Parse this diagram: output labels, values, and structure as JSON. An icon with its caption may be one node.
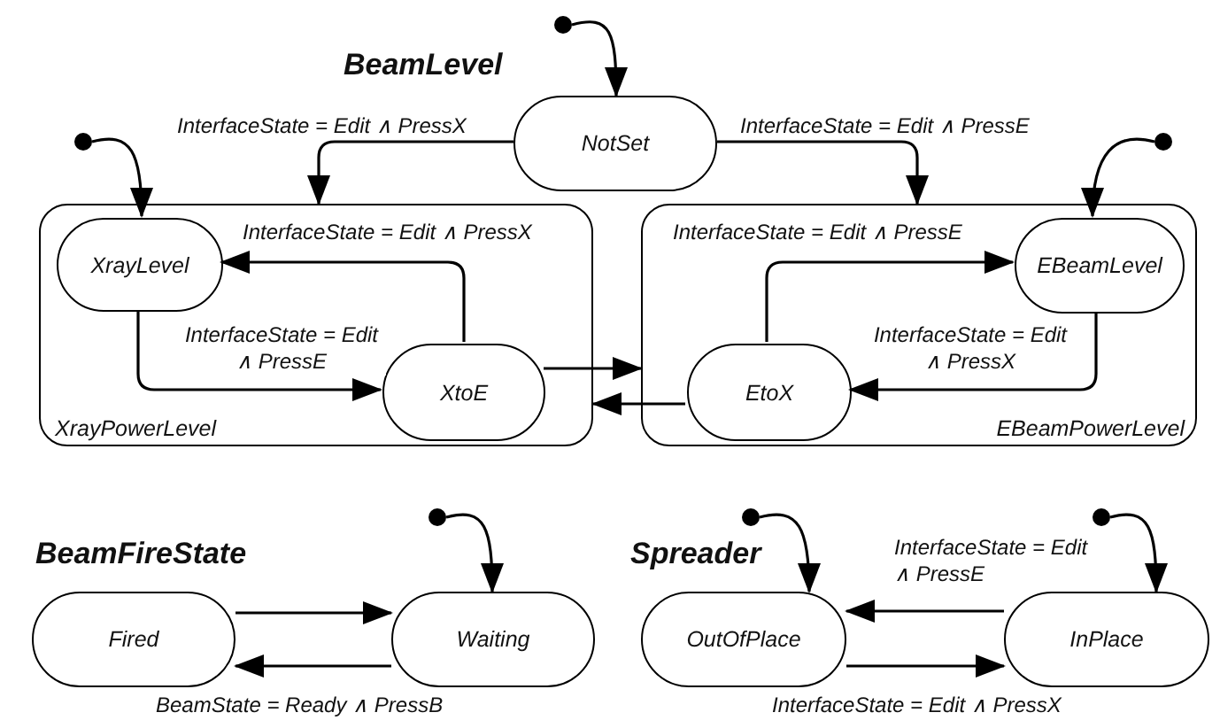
{
  "diagram": {
    "nodes": [
      {
        "text": [
          "NotSet"
        ]
      },
      {
        "text": [
          "XrayPowerLevel"
        ]
      },
      {
        "text": [
          "XrayLevel"
        ],
        "in": 1
      },
      {
        "text": [
          "XtoE"
        ],
        "in": 1
      },
      {
        "text": [
          "EBeamPowerLevel"
        ]
      },
      {
        "text": [
          "EBeamLevel"
        ],
        "in": 4
      },
      {
        "text": [
          "EtoX"
        ],
        "in": 4
      },
      {
        "text": [
          "Fired"
        ]
      },
      {
        "text": [
          "Waiting"
        ]
      },
      {
        "text": [
          "OutOfPlace"
        ]
      },
      {
        "text": [
          "InPlace"
        ]
      },
      {
        "text": [],
        "shape": "circle"
      },
      {
        "text": [],
        "shape": "circle"
      },
      {
        "text": [],
        "shape": "circle"
      },
      {
        "text": [],
        "shape": "circle"
      },
      {
        "text": [],
        "shape": "circle"
      },
      {
        "text": [],
        "shape": "circle"
      }
    ],
    "edges": [
      {
        "from": 0,
        "to": 1,
        "arrow": "to",
        "label": "InterfaceState = Edit ∧ PressX"
      },
      {
        "from": 0,
        "to": 4,
        "arrow": "to",
        "label": "InterfaceState = Edit ∧ PressE"
      },
      {
        "from": 3,
        "to": 2,
        "arrow": "to",
        "label": "InterfaceState = Edit ∧ PressX"
      },
      {
        "from": 2,
        "to": 3,
        "arrow": "to",
        "label": "InterfaceState = Edit ∧ PressE"
      },
      {
        "from": 6,
        "to": 5,
        "arrow": "to",
        "label": "InterfaceState = Edit ∧ PressE"
      },
      {
        "from": 5,
        "to": 6,
        "arrow": "to",
        "label": "InterfaceState = Edit ∧ PressX"
      },
      {
        "from": 3,
        "to": 4,
        "arrow": "to"
      },
      {
        "from": 6,
        "to": 1,
        "arrow": "to"
      },
      {
        "from": 7,
        "to": 8,
        "arrow": "to"
      },
      {
        "from": 8,
        "to": 7,
        "arrow": "to",
        "label": "BeamState = Ready ∧ PressB"
      },
      {
        "from": 10,
        "to": 9,
        "arrow": "to",
        "label": "InterfaceState = Edit ∧ PressE"
      },
      {
        "from": 9,
        "to": 10,
        "arrow": "to",
        "label": "InterfaceState = Edit ∧ PressX"
      },
      {
        "from": 11,
        "to": 0,
        "arrow": "to"
      },
      {
        "from": 12,
        "to": 2,
        "arrow": "to"
      },
      {
        "from": 13,
        "to": 5,
        "arrow": "to"
      },
      {
        "from": 14,
        "to": 8,
        "arrow": "to"
      },
      {
        "from": 15,
        "to": 9,
        "arrow": "to"
      },
      {
        "from": 16,
        "to": 10,
        "arrow": "to"
      }
    ],
    "labels": [
      "BeamLevel",
      "BeamFireState",
      "Spreader"
    ]
  }
}
